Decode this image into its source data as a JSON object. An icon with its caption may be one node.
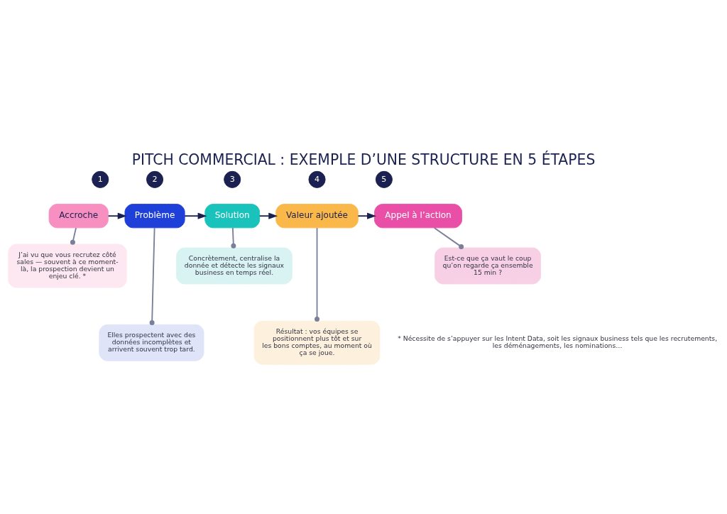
{
  "diagram": {
    "title": "PITCH COMMERCIAL : EXEMPLE D’UNE STRUCTURE EN 5 ÉTAPES",
    "nodes": [
      {
        "text": [
          "1"
        ]
      },
      {
        "text": [
          "Accroche"
        ]
      },
      {
        "text": [
          "2"
        ]
      },
      {
        "text": [
          "Problème"
        ]
      },
      {
        "text": [
          "3"
        ]
      },
      {
        "text": [
          "Solution"
        ]
      },
      {
        "text": [
          "4"
        ]
      },
      {
        "text": [
          "Valeur ajoutée"
        ]
      },
      {
        "text": [
          "5"
        ]
      },
      {
        "text": [
          "Appel à l’action"
        ]
      },
      {
        "text": [
          "J’ai vu que vous recrutez côté sales — souvent à ce moment-là, la prospection devient un enjeu clé. *"
        ]
      },
      {
        "text": [
          "Elles prospectent avec des données incomplètes et arrivent souvent trop tard."
        ]
      },
      {
        "text": [
          "Concrètement, centralise la donnée et détecte les signaux business en temps réel."
        ]
      },
      {
        "text": [
          "Résultat : vos équipes se positionnent plus tôt et sur les bons comptes, au moment où ça se joue."
        ]
      },
      {
        "text": [
          "Est-ce que ça vaut le coup qu’on regarde ça ensemble 15 min ?"
        ]
      }
    ],
    "edges": [
      {
        "from": 1,
        "to": 3,
        "arrow": "to",
        "color": "#1b2150"
      },
      {
        "from": 3,
        "to": 5,
        "arrow": "to",
        "color": "#1b2150"
      },
      {
        "from": 5,
        "to": 7,
        "arrow": "to",
        "color": "#1b2150"
      },
      {
        "from": 7,
        "to": 9,
        "arrow": "to",
        "color": "#1b2150"
      },
      {
        "from": 1,
        "to": 10,
        "arrow": "other"
      },
      {
        "from": 3,
        "to": 11,
        "arrow": "other"
      },
      {
        "from": 5,
        "to": 12,
        "arrow": "other"
      },
      {
        "from": 7,
        "to": 13,
        "arrow": "other"
      },
      {
        "from": 9,
        "to": 14,
        "arrow": "other"
      }
    ],
    "labels": [
      "* Nécessite de s’appuyer sur les Intent Data, soit les signaux business tels que les recrutements, les déménagements, les nominations…"
    ]
  }
}
